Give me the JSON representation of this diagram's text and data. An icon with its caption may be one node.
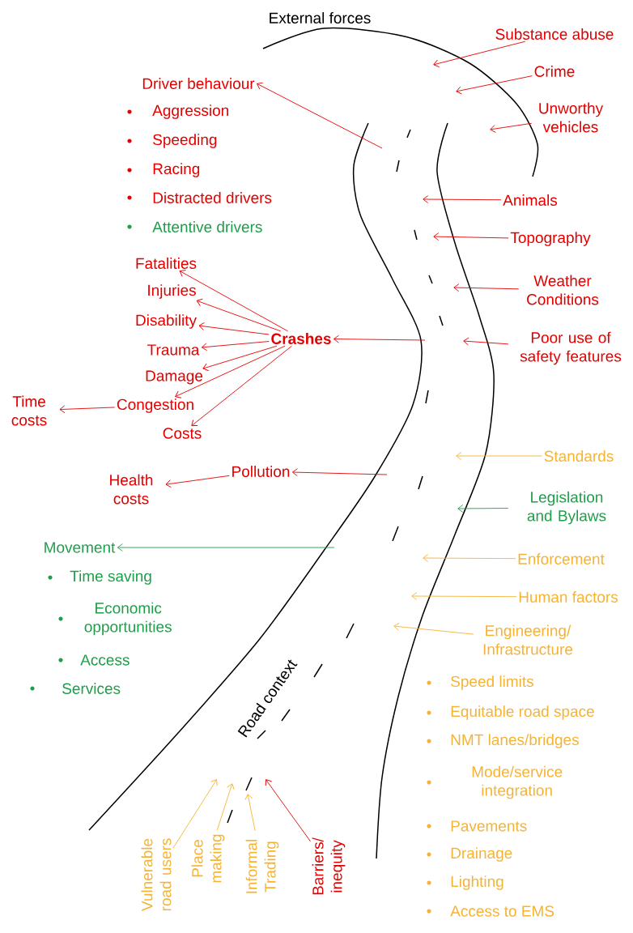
{
  "diagram": {
    "nodes": [
      {
        "text": [
          "Substance abuse"
        ]
      },
      {
        "text": [
          "Crime"
        ]
      },
      {
        "text": [
          "Unworthy vehicles"
        ]
      },
      {
        "text": [
          "Driver behaviour"
        ]
      },
      {
        "text": [
          "Animals"
        ]
      },
      {
        "text": [
          "Topography"
        ]
      },
      {
        "text": [
          "Weather Conditions"
        ]
      },
      {
        "text": [
          "Poor use of safety features"
        ]
      },
      {
        "text": [
          "Fatalities"
        ]
      },
      {
        "text": [
          "Injuries"
        ]
      },
      {
        "text": [
          "Disability"
        ]
      },
      {
        "text": [
          "Trauma"
        ]
      },
      {
        "text": [
          "Crashes"
        ]
      },
      {
        "text": [
          "Damage"
        ]
      },
      {
        "text": [
          "Time costs"
        ]
      },
      {
        "text": [
          "Congestion"
        ]
      },
      {
        "text": [
          "Costs"
        ]
      },
      {
        "text": [
          "Health costs"
        ]
      },
      {
        "text": [
          "Pollution"
        ]
      },
      {
        "text": [
          "Standards"
        ]
      },
      {
        "text": [
          "Legislation and Bylaws"
        ]
      },
      {
        "text": [
          "Movement"
        ]
      },
      {
        "text": [
          "Enforcement"
        ]
      },
      {
        "text": [
          "Human factors"
        ]
      },
      {
        "text": [
          "Engineering/ Infrastructure"
        ]
      },
      {
        "text": [
          "Vulnerable road users"
        ]
      },
      {
        "text": [
          "Place making"
        ]
      },
      {
        "text": [
          "Informal Trading"
        ]
      },
      {
        "text": [
          "Barriers/ inequity"
        ]
      }
    ],
    "edges": [
      {
        "from": 0,
        "to": null,
        "arrow": "to"
      },
      {
        "from": 1,
        "to": null,
        "arrow": "to"
      },
      {
        "from": 2,
        "to": null,
        "arrow": "to"
      },
      {
        "from": null,
        "to": 3,
        "arrow": "to"
      },
      {
        "from": 4,
        "to": null,
        "arrow": "to"
      },
      {
        "from": 5,
        "to": null,
        "arrow": "to"
      },
      {
        "from": 6,
        "to": null,
        "arrow": "to"
      },
      {
        "from": 7,
        "to": null,
        "arrow": "to"
      },
      {
        "from": null,
        "to": 12,
        "arrow": "to"
      },
      {
        "from": 12,
        "to": 8,
        "arrow": "to"
      },
      {
        "from": 12,
        "to": 9,
        "arrow": "to"
      },
      {
        "from": 12,
        "to": 10,
        "arrow": "to"
      },
      {
        "from": 12,
        "to": 11,
        "arrow": "to"
      },
      {
        "from": 12,
        "to": 13,
        "arrow": "to"
      },
      {
        "from": 12,
        "to": 15,
        "arrow": "to"
      },
      {
        "from": 12,
        "to": 16,
        "arrow": "to"
      },
      {
        "from": 15,
        "to": 14,
        "arrow": "to"
      },
      {
        "from": null,
        "to": 18,
        "arrow": "to"
      },
      {
        "from": 18,
        "to": 17,
        "arrow": "to"
      },
      {
        "from": 19,
        "to": null,
        "arrow": "to",
        "color": "#f5b335"
      },
      {
        "from": 20,
        "to": null,
        "arrow": "to",
        "color": "#1e9e4a"
      },
      {
        "from": null,
        "to": 21,
        "arrow": "to",
        "color": "#1e9e4a"
      },
      {
        "from": 22,
        "to": null,
        "arrow": "to",
        "color": "#f5b335"
      },
      {
        "from": 23,
        "to": null,
        "arrow": "to",
        "color": "#f5b335"
      },
      {
        "from": 24,
        "to": null,
        "arrow": "to",
        "color": "#f5b335"
      },
      {
        "from": 25,
        "to": null,
        "arrow": "to",
        "color": "#f5b335"
      },
      {
        "from": 26,
        "to": null,
        "arrow": "to",
        "color": "#f5b335"
      },
      {
        "from": 27,
        "to": null,
        "arrow": "to",
        "color": "#f5b335"
      },
      {
        "from": 28,
        "to": null,
        "arrow": "to"
      }
    ],
    "labels": [
      "External forces",
      "Aggression",
      "Speeding",
      "Racing",
      "Distracted drivers",
      "Attentive drivers",
      "Time saving",
      "Economic opportunities",
      "Access",
      "Services",
      "Road context",
      "Speed limits",
      "Equitable road space",
      "NMT lanes/bridges",
      "Mode/service integration",
      "Pavements",
      "Drainage",
      "Lighting",
      "Access to EMS"
    ]
  }
}
